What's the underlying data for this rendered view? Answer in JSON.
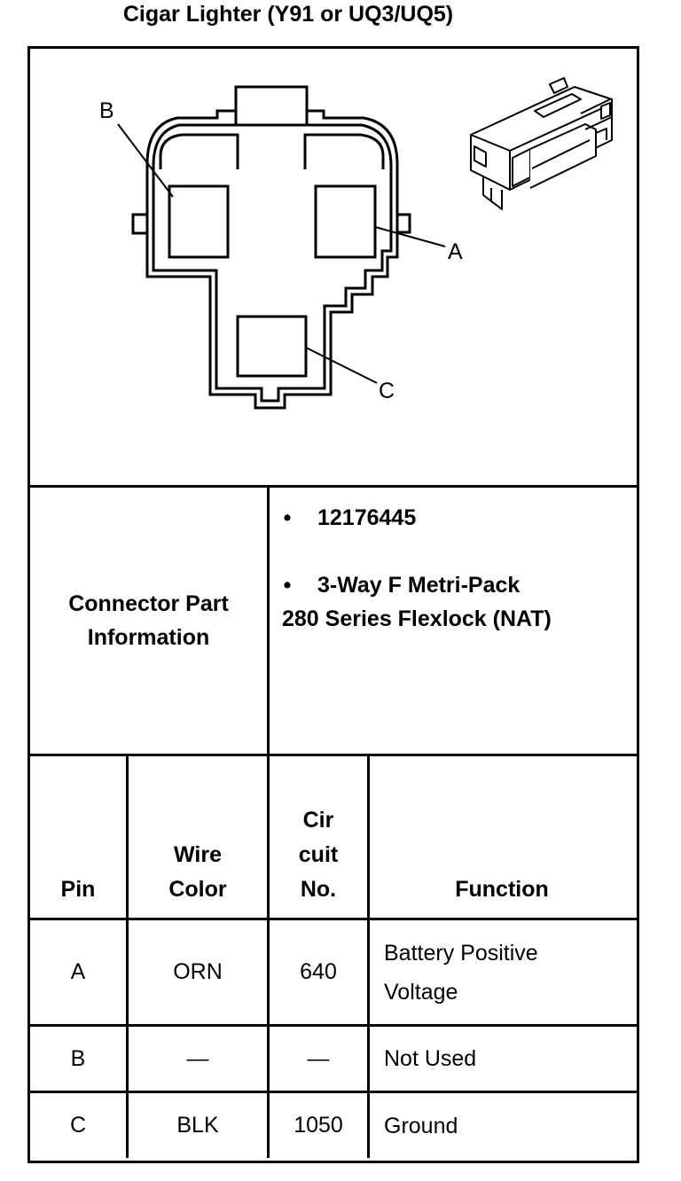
{
  "title": "Cigar Lighter (Y91 or UQ3/UQ5)",
  "diagram": {
    "pin_labels": [
      "A",
      "B",
      "C"
    ]
  },
  "connector_info": {
    "label": "Connector Part Information",
    "part_number": "12176445",
    "description_line1": "3-Way F Metri-Pack",
    "description_line2": "280 Series Flexlock (NAT)"
  },
  "table": {
    "headers": {
      "pin": "Pin",
      "wire_color_1": "Wire",
      "wire_color_2": "Color",
      "circuit_1": "Cir",
      "circuit_2": "cuit",
      "circuit_3": "No.",
      "function": "Function"
    },
    "rows": [
      {
        "pin": "A",
        "wire_color": "ORN",
        "circuit": "640",
        "function_1": "Battery Positive",
        "function_2": "Voltage"
      },
      {
        "pin": "B",
        "wire_color": "—",
        "circuit": "—",
        "function_1": "Not Used",
        "function_2": ""
      },
      {
        "pin": "C",
        "wire_color": "BLK",
        "circuit": "1050",
        "function_1": "Ground",
        "function_2": ""
      }
    ]
  }
}
